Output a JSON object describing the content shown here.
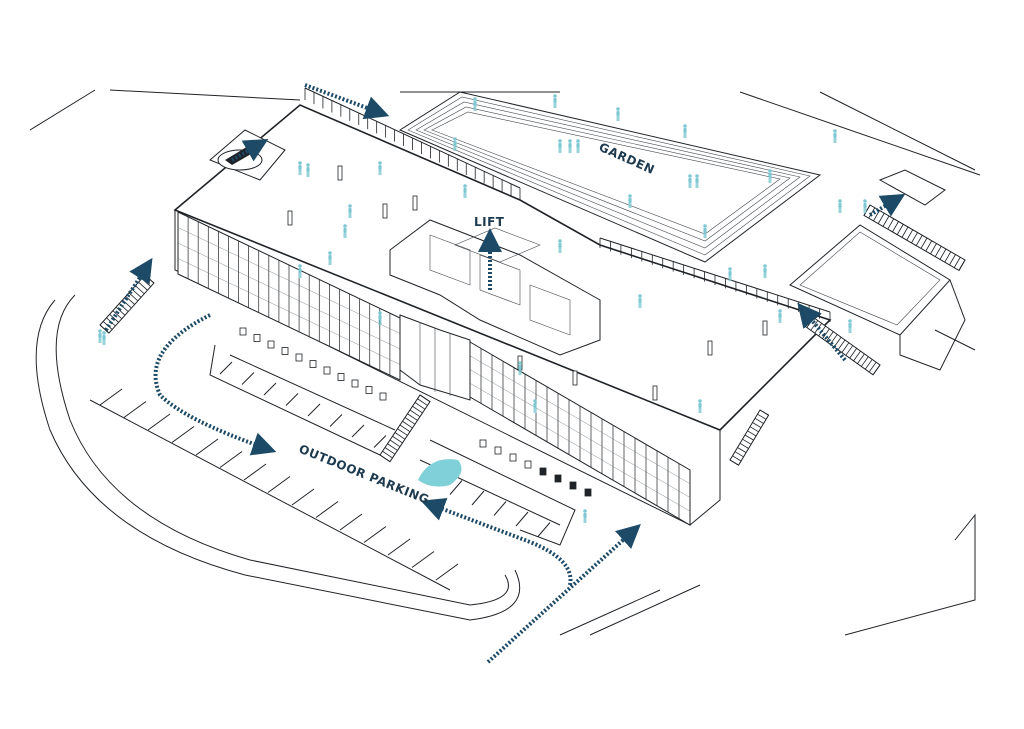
{
  "labels": {
    "garden": "GARDEN",
    "lift": "LIFT",
    "outdoor_parking": "OUTDOOR PARKING"
  },
  "colors": {
    "line": "#1f2327",
    "people": "#7ec8d3",
    "water": "#7fd0d8",
    "arrow": "#1d4a66",
    "background": "#ffffff"
  },
  "icons": {
    "person": "person-icon",
    "flow_arrow": "dashed-arrow-icon",
    "stairs": "stairs-icon"
  }
}
